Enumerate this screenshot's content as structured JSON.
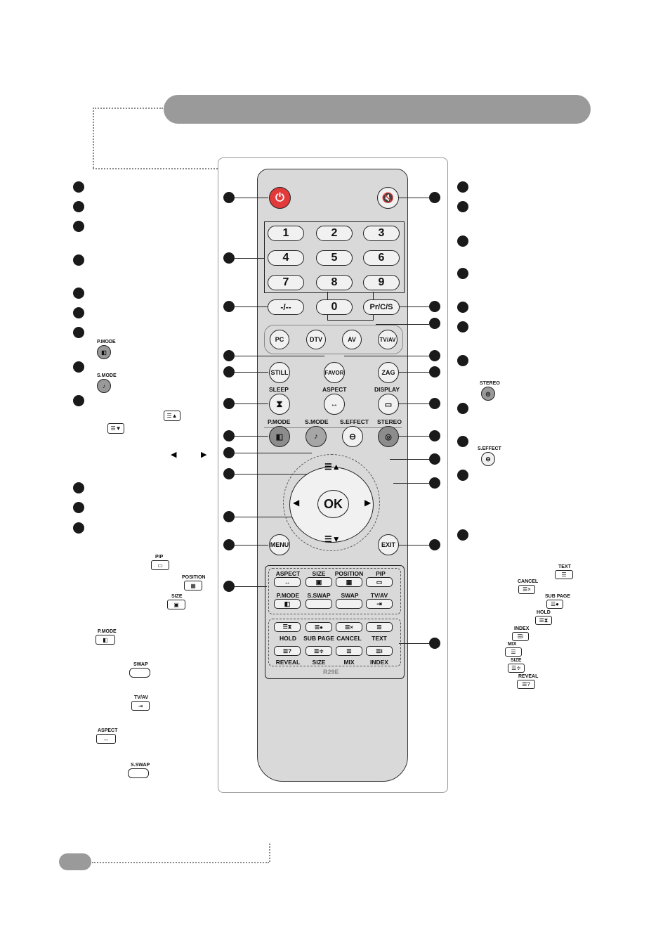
{
  "remote": {
    "model": "R29E",
    "numbers": [
      "1",
      "2",
      "3",
      "4",
      "5",
      "6",
      "7",
      "8",
      "9",
      "0"
    ],
    "dash_label": "-/--",
    "prcs_label": "Pr/C/S",
    "src": [
      "PC",
      "DTV",
      "AV",
      "TV/AV"
    ],
    "favor": "FAVOR",
    "still": "STILL",
    "zag": "ZAG",
    "sleep": "SLEEP",
    "aspect": "ASPECT",
    "display": "DISPLAY",
    "pmode": "P.MODE",
    "smode": "S.MODE",
    "seffect": "S.EFFECT",
    "stereo": "STEREO",
    "ok": "OK",
    "menu": "MENU",
    "exit": "EXIT",
    "pip_grid": [
      "ASPECT",
      "SIZE",
      "POSITION",
      "PIP",
      "P.MODE",
      "S.SWAP",
      "SWAP",
      "TV/AV"
    ],
    "ttx_grid": [
      "HOLD",
      "SUB PAGE",
      "CANCEL",
      "TEXT",
      "REVEAL",
      "SIZE",
      "MIX",
      "INDEX"
    ]
  },
  "left_icons": {
    "pmode": "P.MODE",
    "smode": "S.MODE",
    "pip": "PIP",
    "position": "POSITION",
    "size": "SIZE",
    "pmode2": "P.MODE",
    "swap": "SWAP",
    "tvav": "TV/AV",
    "aspect": "ASPECT",
    "sswap": "S.SWAP"
  },
  "right_icons": {
    "stereo": "STEREO",
    "seffect": "S.EFFECT",
    "text": "TEXT",
    "cancel": "CANCEL",
    "subpage": "SUB PAGE",
    "hold": "HOLD",
    "index": "INDEX",
    "mix": "MIX",
    "size": "SIZE",
    "reveal": "REVEAL"
  },
  "colors": {
    "power": "#e23a3a",
    "header": "#9a9a9a",
    "remote_body": "#d9d9d9"
  }
}
